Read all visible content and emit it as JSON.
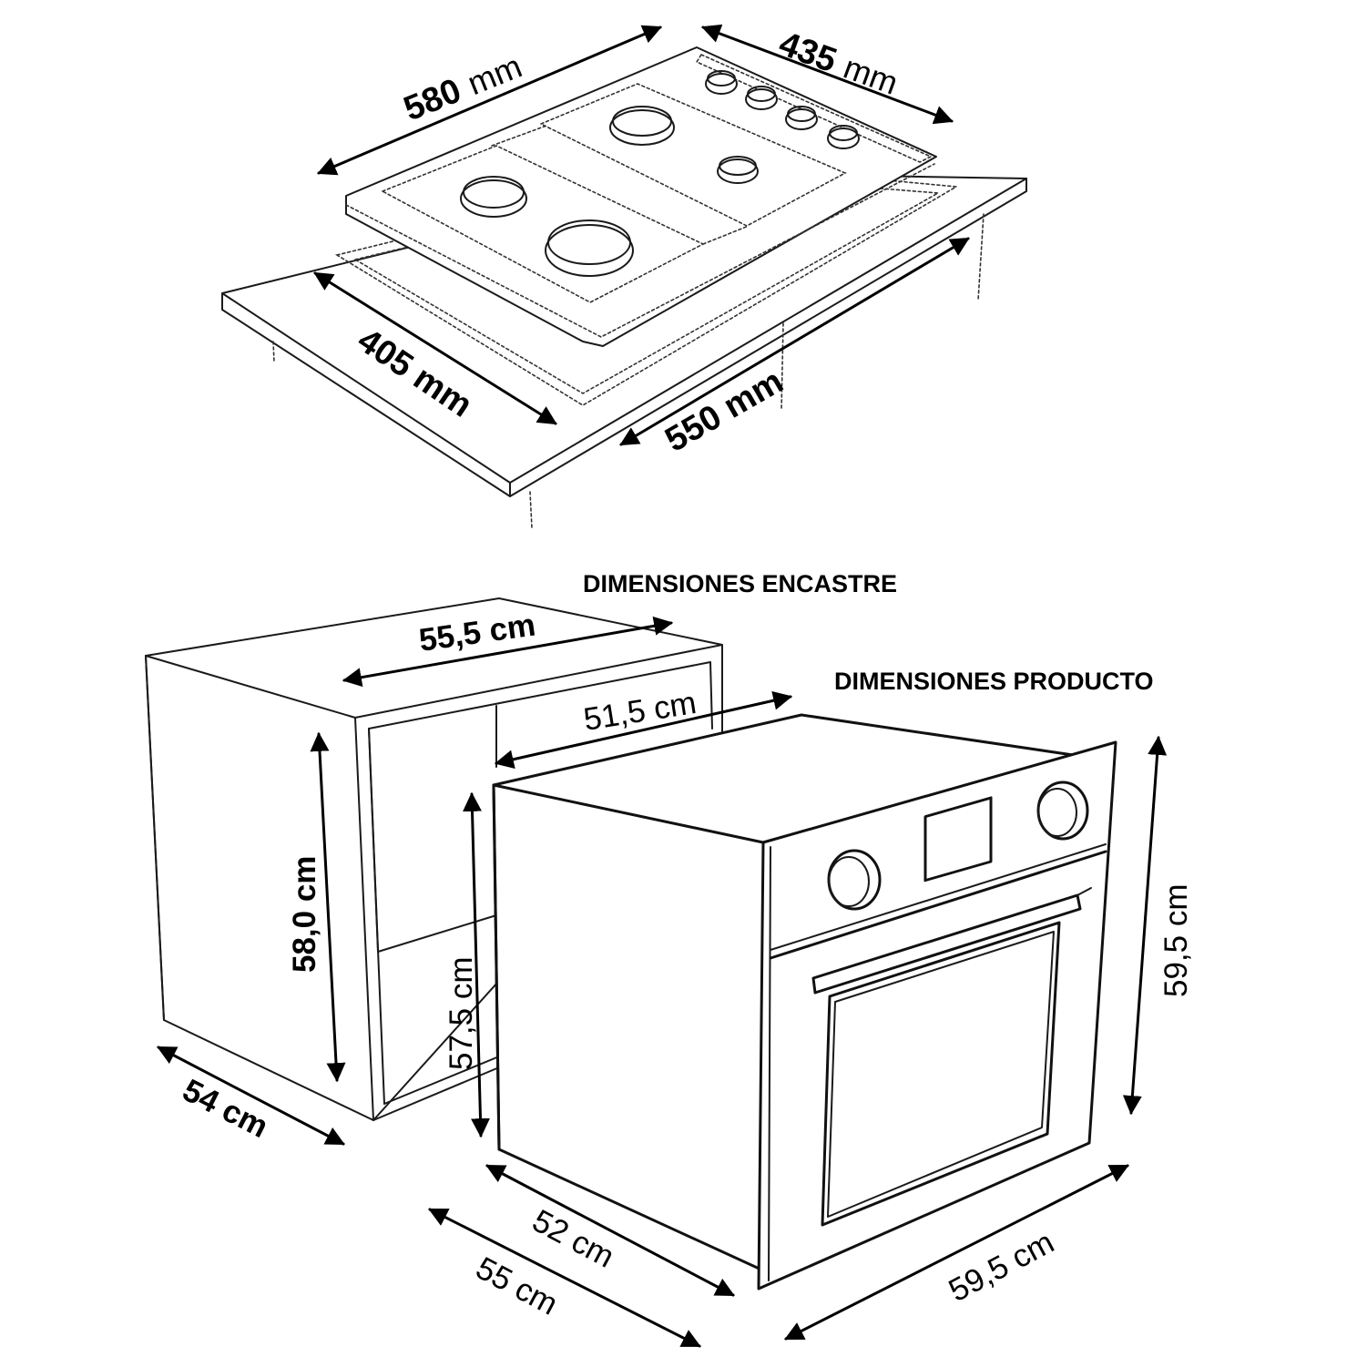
{
  "headings": {
    "built_in": "DIMENSIONES ENCASTRE",
    "product": "DIMENSIONES PRODUCTO"
  },
  "hob": {
    "width_value": "580",
    "width_unit": "mm",
    "depth_value": "435",
    "depth_unit": "mm",
    "cutout_depth": "405 mm",
    "cutout_width": "550 mm"
  },
  "cabinet": {
    "width": "55,5 cm",
    "height": "58,0 cm",
    "depth": "54 cm"
  },
  "oven": {
    "inner_width": "51,5 cm",
    "body_height": "57,5 cm",
    "front_height": "59,5 cm",
    "front_width": "59,5 cm",
    "body_depth": "52 cm",
    "total_depth": "55 cm"
  }
}
